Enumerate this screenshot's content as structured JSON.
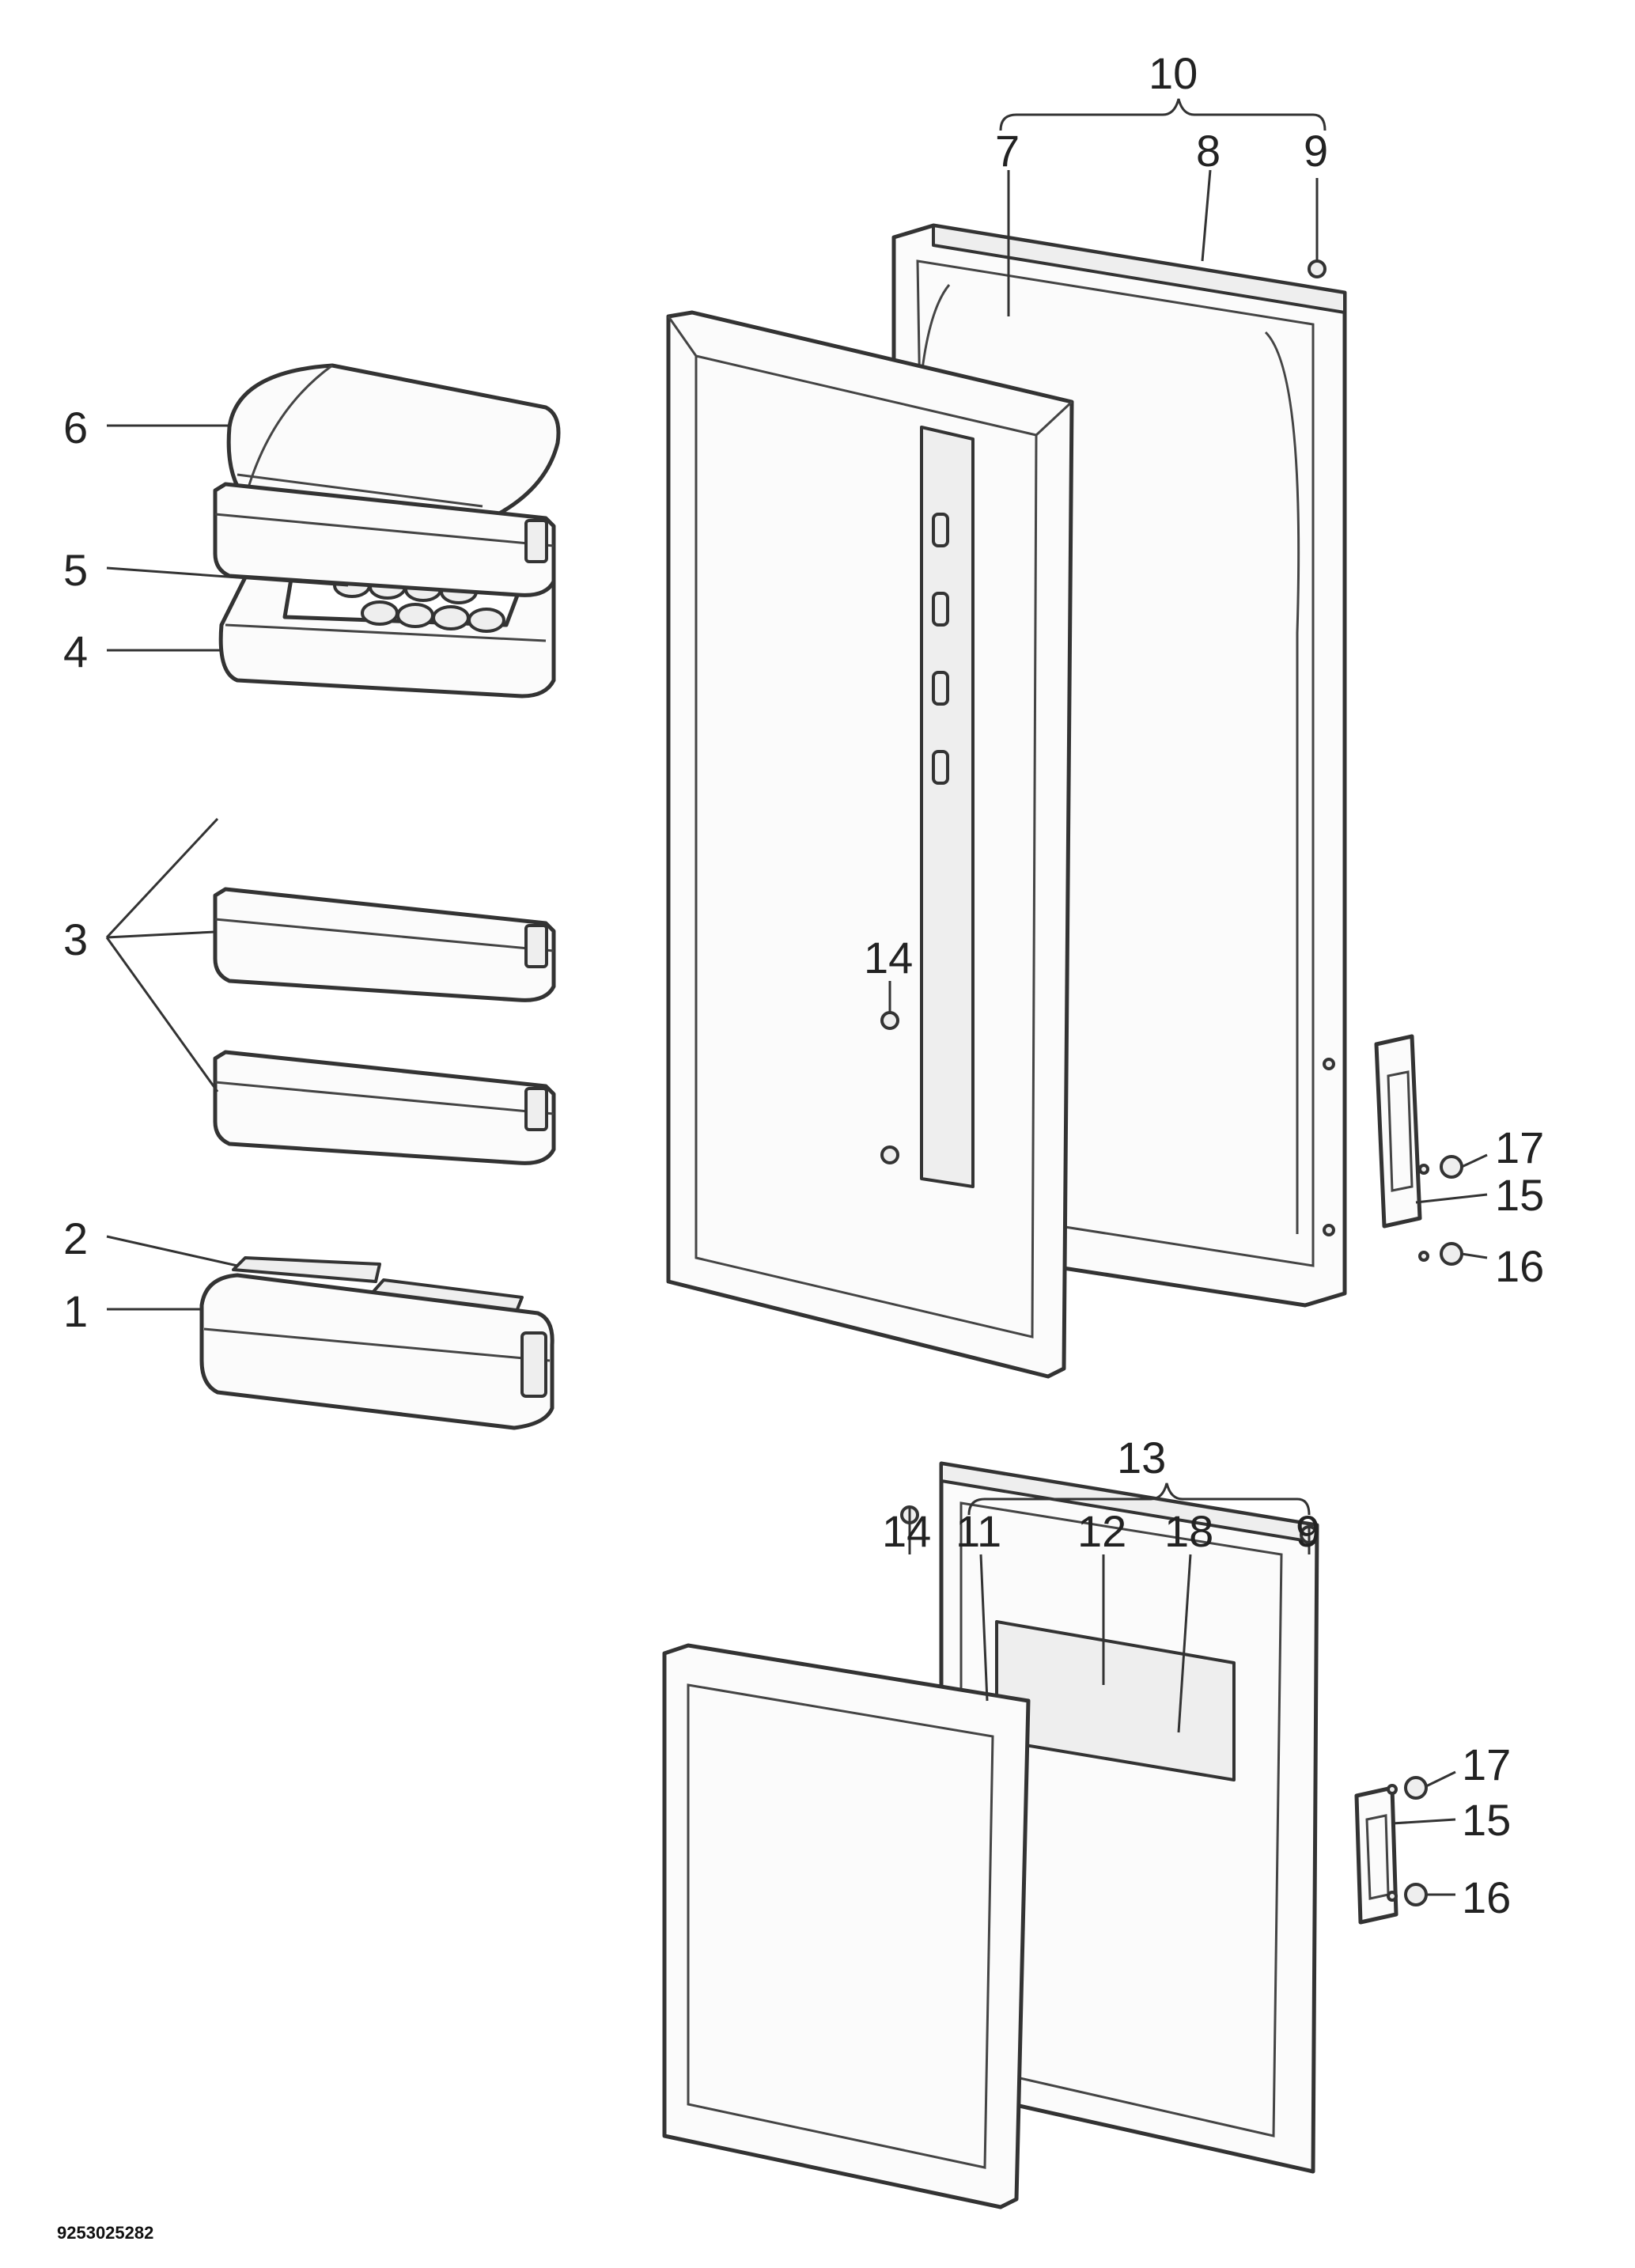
{
  "document_number": "9253025282",
  "labels": {
    "p1": "1",
    "p2": "2",
    "p3": "3",
    "p4": "4",
    "p5": "5",
    "p6": "6",
    "p7": "7",
    "p8": "8",
    "p9_top": "9",
    "p10": "10",
    "p14_top": "14",
    "p17_top": "17",
    "p15_top": "15",
    "p16_top": "16",
    "p13": "13",
    "p14_bot": "14",
    "p11": "11",
    "p12": "12",
    "p18": "18",
    "p9_bot": "9",
    "p17_bot": "17",
    "p15_bot": "15",
    "p16_bot": "16"
  }
}
